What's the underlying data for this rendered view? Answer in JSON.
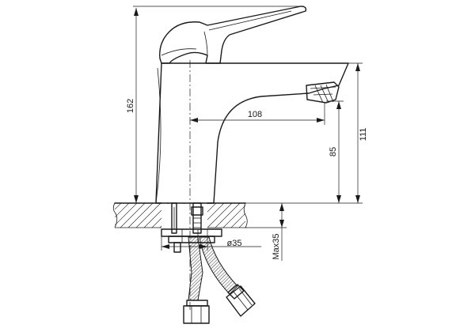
{
  "dimensions": {
    "overall_height": "162",
    "spout_reach": "108",
    "spout_height": "85",
    "outlet_height": "111",
    "hole_diameter": "ø35",
    "max_countertop": "Max35"
  }
}
